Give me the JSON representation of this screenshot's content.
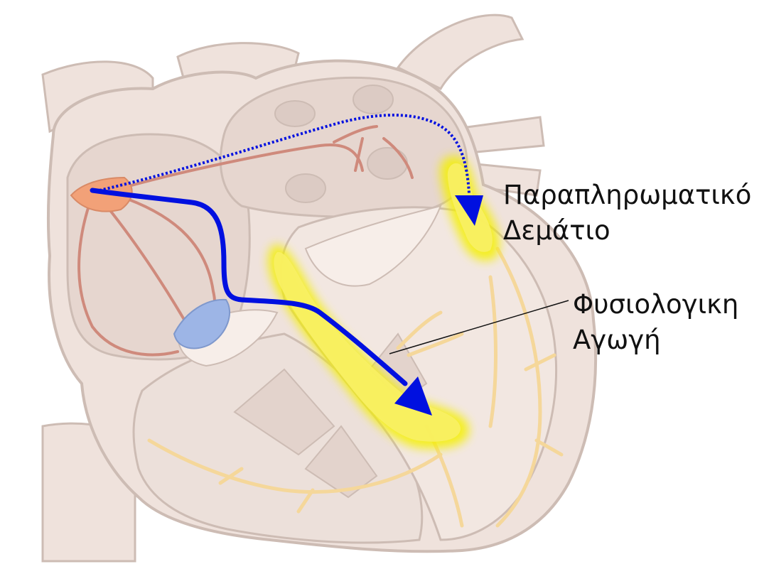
{
  "labels": {
    "accessory_pathway": {
      "line1": "Παραπληρωματικό",
      "line2": "Δεμάτιο"
    },
    "normal_conduction": {
      "line1": "Φυσιολογικη",
      "line2": "Αγωγή"
    }
  },
  "colors": {
    "heart_fill": "#efe2dc",
    "heart_outline": "#cdbcb4",
    "chamber_fill": "#e6d6cf",
    "sa_node": "#f2a178",
    "av_node": "#9db5e6",
    "internodal_tract": "#cf8a7c",
    "purkinje": "#f5d79a",
    "highlight": "#f4f000",
    "conduction_arrow": "#0010e0"
  },
  "icons": {
    "normal_pathway_arrow": "solid-arrow",
    "accessory_pathway_arrow": "dotted-arrow"
  }
}
